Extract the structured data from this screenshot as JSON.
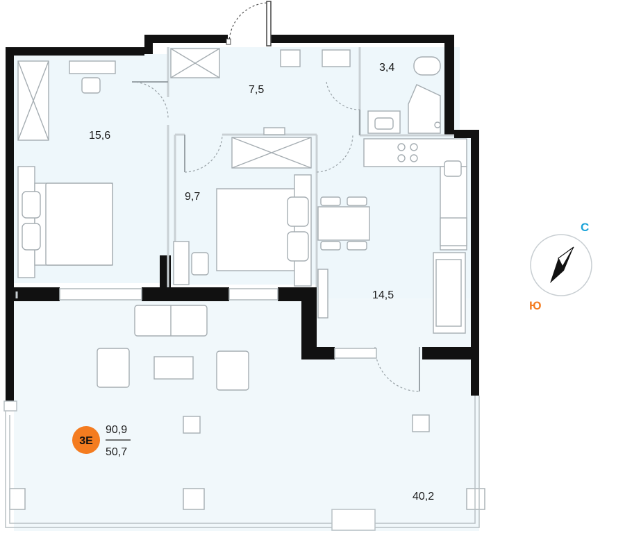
{
  "rooms": {
    "bedroom_left": "15,6",
    "hall": "7,5",
    "bathroom": "3,4",
    "bedroom_mid": "9,7",
    "kitchen_living": "14,5",
    "terrace": "40,2"
  },
  "apartment": {
    "code": "3Е",
    "total_area": "90,9",
    "living_area": "50,7"
  },
  "compass": {
    "north": "С",
    "south": "Ю"
  },
  "colors": {
    "wall": "#111111",
    "floor": "#eef7fb",
    "furniture_stroke": "#9aa3a8",
    "accent": "#f47c20",
    "north_color": "#1aa3d9",
    "south_color": "#f47c20"
  },
  "icons": {
    "compass": "compass-icon",
    "badge": "apartment-badge"
  }
}
